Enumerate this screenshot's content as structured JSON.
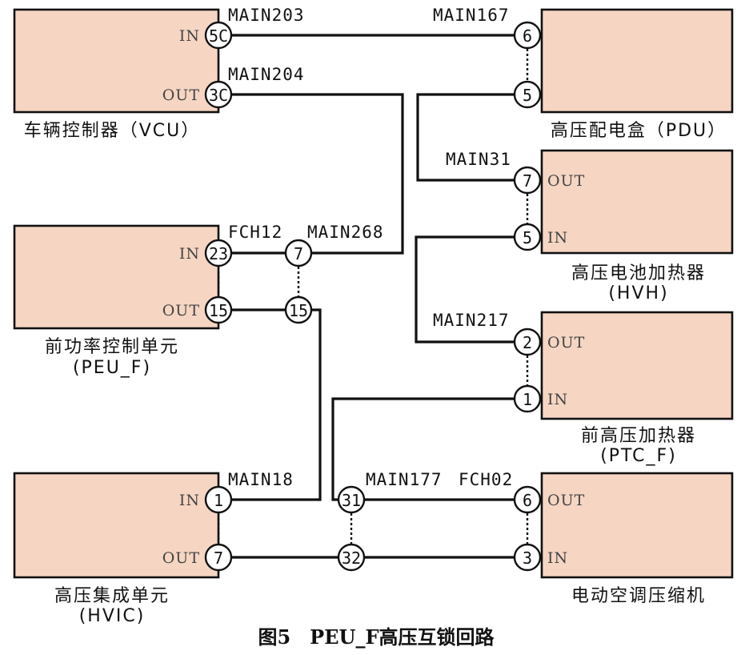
{
  "figure": {
    "caption": "图5　PEU_F高压互锁回路"
  },
  "devices": {
    "vcu": {
      "name": "车辆控制器（VCU）",
      "in": "IN",
      "out": "OUT"
    },
    "pdu": {
      "name": "高压配电盒（PDU）"
    },
    "hvh": {
      "name": "高压电池加热器",
      "sub": "(HVH)",
      "in": "IN",
      "out": "OUT"
    },
    "peu": {
      "name": "前功率控制单元",
      "sub": "(PEU_F)",
      "in": "IN",
      "out": "OUT"
    },
    "ptc": {
      "name": "前高压加热器",
      "sub": "(PTC_F)",
      "in": "IN",
      "out": "OUT"
    },
    "hvic": {
      "name": "高压集成单元",
      "sub": "(HVIC)",
      "in": "IN",
      "out": "OUT"
    },
    "comp": {
      "name": "电动空调压缩机",
      "in": "IN",
      "out": "OUT"
    }
  },
  "pins": {
    "vcu_in": "5C",
    "vcu_out": "3C",
    "pdu_a": "6",
    "pdu_b": "5",
    "hvh_out": "7",
    "hvh_in": "5",
    "peu_in": "23",
    "peu_out": "15",
    "fch12_a": "7",
    "fch12_b": "15",
    "ptc_out": "2",
    "ptc_in": "1",
    "hvic_in": "1",
    "hvic_out": "7",
    "fch02_a": "31",
    "fch02_b": "32",
    "comp_out": "6",
    "comp_in": "3"
  },
  "wires": {
    "main203": "MAIN203",
    "main167": "MAIN167",
    "main204": "MAIN204",
    "main31": "MAIN31",
    "fch12": "FCH12",
    "main268": "MAIN268",
    "main217": "MAIN217",
    "main18": "MAIN18",
    "main177": "MAIN177",
    "fch02": "FCH02"
  }
}
